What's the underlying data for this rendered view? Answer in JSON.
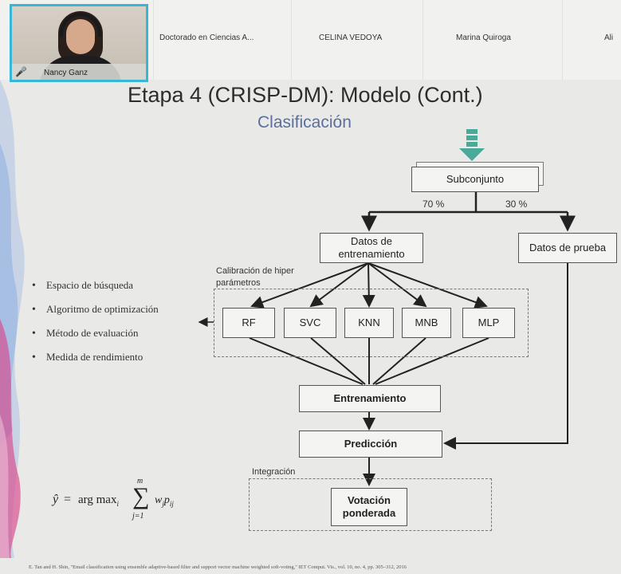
{
  "meeting": {
    "self_view": {
      "name": "Nancy Ganz",
      "icon": "microphone-icon"
    },
    "participants": [
      {
        "name": "Doctorado en Ciencias A..."
      },
      {
        "name": "CELINA VEDOYA"
      },
      {
        "name": "Marina Quiroga"
      },
      {
        "name": "Ali"
      }
    ]
  },
  "slide": {
    "title": "Etapa 4 (CRISP-DM): Modelo (Cont.)",
    "subtitle": "Clasificación",
    "subset_box": "Subconjunto",
    "split_left": "70 %",
    "split_right": "30 %",
    "train_data": "Datos de entrenamiento",
    "test_data": "Datos de prueba",
    "calibration_label": "Calibración de hiper parámetros",
    "models": [
      "RF",
      "SVC",
      "KNN",
      "MNB",
      "MLP"
    ],
    "training": "Entrenamiento",
    "prediction": "Predicción",
    "integration_label": "Integración",
    "voting": "Votación ponderada",
    "bullets": [
      "Espacio de búsqueda",
      "Algoritmo de optimización",
      "Método de evaluación",
      "Medida de rendimiento"
    ],
    "formula": {
      "lhs": "ŷ",
      "equals": "=",
      "argmax": "arg max",
      "argmax_sub": "i",
      "sum_upper": "m",
      "sum_lower": "j=1",
      "term": "w",
      "term_sub": "j",
      "term2": "p",
      "term2_sub": "ij"
    },
    "citation": "E. Tan and H. Shin, \"Email classification using ensemble adaptive-based filter and support vector machine weighted soft-voting,\" IET Comput. Vis., vol. 10, no. 4, pp. 305–312, 2016"
  },
  "colors": {
    "active_speaker_border": "#38b6d6",
    "subtitle": "#5b6e9e",
    "down_arrow": "#4aaa9a"
  }
}
